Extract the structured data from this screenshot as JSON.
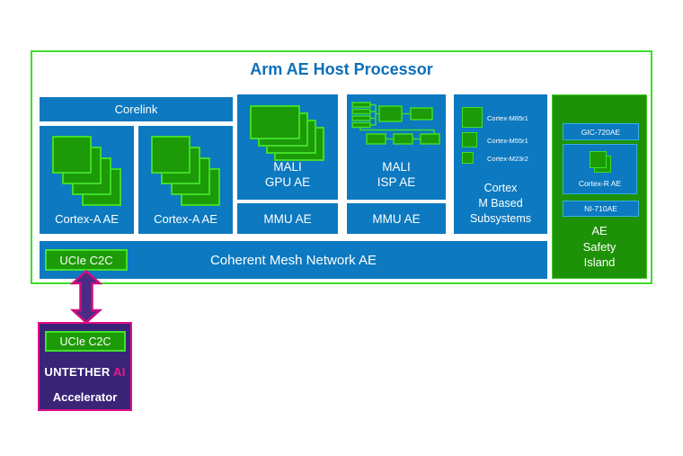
{
  "title": "Arm AE Host Processor",
  "corelink": {
    "label": "Corelink"
  },
  "cortex_a": [
    {
      "label": "Cortex-A AE"
    },
    {
      "label": "Cortex-A AE"
    }
  ],
  "gpu": {
    "lines": [
      "MALI",
      "GPU AE"
    ]
  },
  "gpu_mmu": {
    "label": "MMU AE"
  },
  "isp": {
    "lines": [
      "MALI",
      "ISP AE"
    ]
  },
  "isp_mmu": {
    "label": "MMU AE"
  },
  "cortex_m": {
    "cores": [
      {
        "label": "Cortex-M85r1"
      },
      {
        "label": "Cortex-M55r1"
      },
      {
        "label": "Cortex-M23r2"
      }
    ],
    "lines": [
      "Cortex",
      "M Based",
      "Subsystems"
    ]
  },
  "safety_island": {
    "gic": "GIC-720AE",
    "cortex_r": "Cortex-R AE",
    "ni": "NI-710AE",
    "lines": [
      "AE",
      "Safety",
      "Island"
    ]
  },
  "mesh": {
    "label": "Coherent Mesh Network AE",
    "ucie": "UCIe C2C"
  },
  "accelerator": {
    "ucie": "UCIe C2C",
    "brand": "UNTETHER",
    "brand_accent": "AI",
    "label": "Accelerator"
  },
  "colors": {
    "block_blue": "#0c79c0",
    "title_blue": "#0d6fb8",
    "green_fill": "#1d9a07",
    "green_border": "#3fdc28",
    "outer_border": "#3fdd29",
    "island_fill": "#1d9206",
    "cyan_border": "#35b0e2",
    "magenta": "#e00d86",
    "purple_fill": "#3a2478",
    "arrow_purple": "#4b2b86"
  }
}
